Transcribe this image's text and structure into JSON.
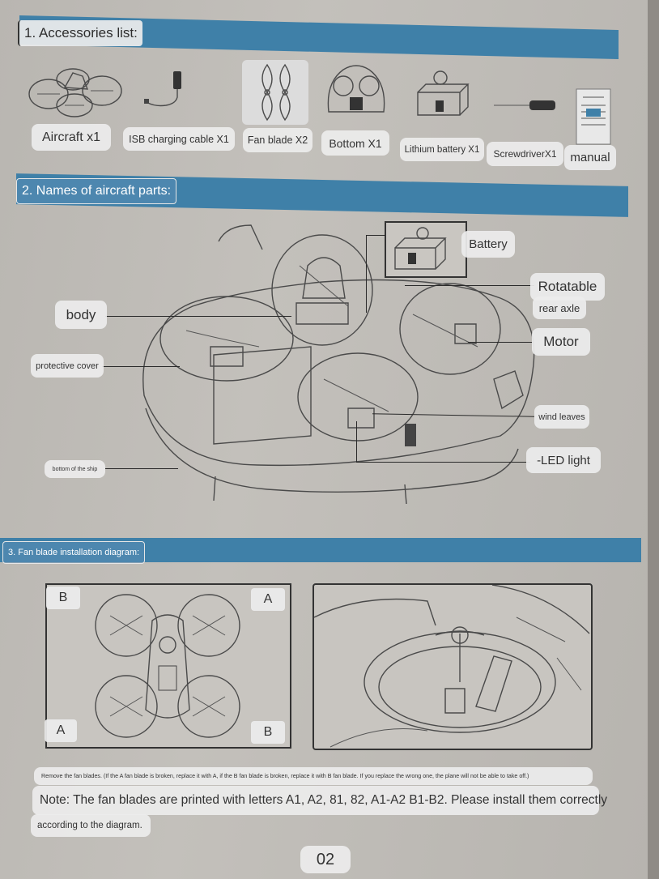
{
  "sections": {
    "accessories_heading": "1. Accessories list:",
    "parts_heading": "2. Names of aircraft parts:",
    "fan_heading": "3. Fan blade installation diagram:"
  },
  "accessories": [
    {
      "label": "Aircraft x1",
      "icon": "aircraft-icon"
    },
    {
      "label": "ISB charging cable X1",
      "icon": "charging-cable-icon"
    },
    {
      "label": "Fan blade X2",
      "icon": "fan-blade-icon"
    },
    {
      "label": "Bottom X1",
      "icon": "bottom-shell-icon"
    },
    {
      "label": "Lithium battery X1",
      "icon": "battery-icon"
    },
    {
      "label": "ScrewdriverX1",
      "icon": "screwdriver-icon"
    },
    {
      "label": "manual",
      "icon": "manual-icon"
    }
  ],
  "parts": {
    "battery": "Battery",
    "rotatable": "Rotatable",
    "rear_axle": "rear axle",
    "body": "body",
    "motor": "Motor",
    "protective_cover": "protective cover",
    "wind_leaves": "wind leaves",
    "led_light": "-LED light",
    "bottom_of_ship": "bottom of the ship"
  },
  "diagram_letters": {
    "top_left": "B",
    "top_right": "A",
    "bottom_left": "A",
    "bottom_right": "B"
  },
  "notes": {
    "instruction": "Remove the fan blades. (If the A fan blade is broken, replace it with A, if the B fan blade is broken, replace it with B fan blade. If you replace the wrong one, the plane will not be able to take off.)",
    "note_line1": "Note: The fan blades are printed with letters A1, A2, 81, 82, A1-A2 B1-B2. Please install them correctly",
    "note_line2": "according to the diagram."
  },
  "page_number": "02",
  "colors": {
    "band": "#3f80a8",
    "paper": "#c0bdb8",
    "label_bg": "#ececec"
  }
}
